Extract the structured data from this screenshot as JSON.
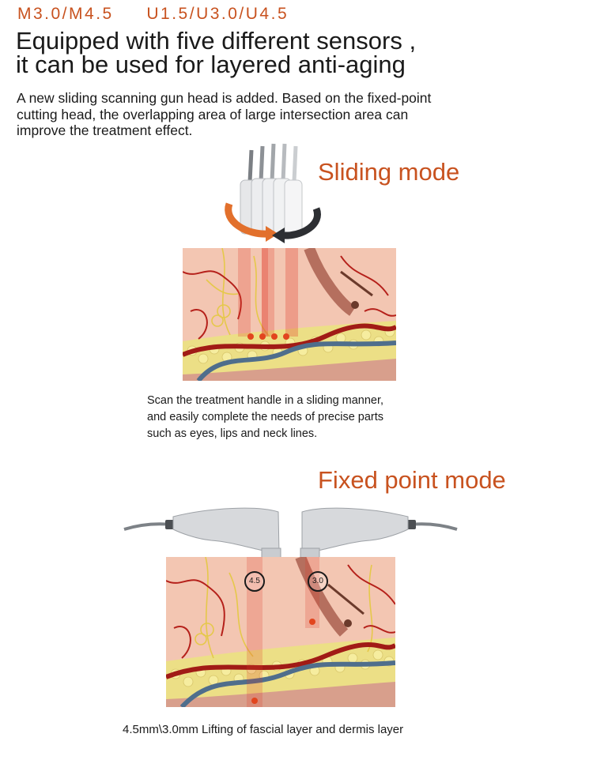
{
  "header": {
    "models": "M3.0/M4.5     U1.5/U3.0/U4.5",
    "title_line1": "Equipped with five different sensors ,",
    "title_line2": "it can be used for layered anti-aging",
    "intro": "A new sliding scanning gun head is added. Based on the fixed-point cutting head, the overlapping area of large intersection area can improve the treatment effect."
  },
  "sliding": {
    "title": "Sliding mode",
    "caption_line1": "Scan the treatment handle in a sliding manner,",
    "caption_line2": "and easily complete the needs of precise parts",
    "caption_line3": "such as eyes, lips and neck lines."
  },
  "fixed": {
    "title": "Fixed point mode",
    "marker_left": "4.5",
    "marker_right": "3.0",
    "caption": "4.5mm\\3.0mm Lifting of fascial layer and dermis layer"
  },
  "colors": {
    "accent": "#c8521f",
    "skin": "#f2c2ad",
    "vessel_red": "#b5201a",
    "vessel_blue": "#4f6e8c",
    "fat": "#ecdf86",
    "handle": "#d7d9dc"
  }
}
